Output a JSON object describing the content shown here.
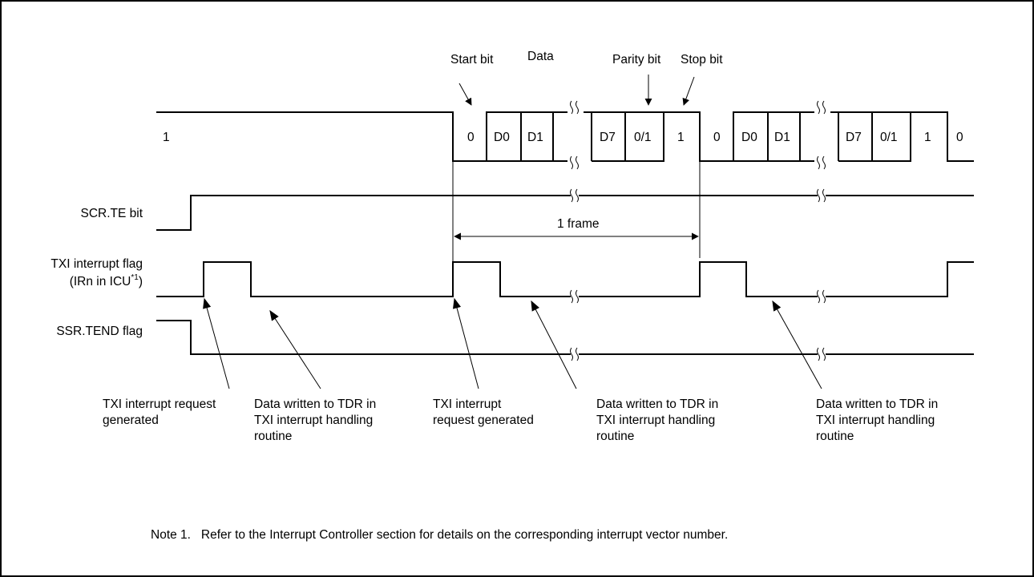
{
  "labels": {
    "start_bit": "Start bit",
    "data": "Data",
    "parity_bit": "Parity bit",
    "stop_bit": "Stop bit",
    "frame": "1 frame"
  },
  "signals": {
    "scr_te": "SCR.TE bit",
    "txi_flag_line1": "TXI interrupt flag",
    "txi_flag_line2_pre": "(IRn in ICU",
    "txi_flag_sup": "*1",
    "txi_flag_line2_post": ")",
    "ssr_tend": "SSR.TEND flag"
  },
  "data_line": {
    "idle_value": "1",
    "frame1_bits": [
      "0",
      "D0",
      "D1",
      "D7",
      "0/1",
      "1"
    ],
    "frame2_bits": [
      "0",
      "D0",
      "D1",
      "D7",
      "0/1",
      "1"
    ],
    "next_start": "0"
  },
  "annotations": {
    "req1": [
      "TXI interrupt request",
      "generated"
    ],
    "write1": [
      "Data written to TDR in",
      "TXI interrupt handling",
      "routine"
    ],
    "req2": [
      "TXI interrupt",
      "request generated"
    ],
    "write2": [
      "Data written to TDR in",
      "TXI interrupt handling",
      "routine"
    ],
    "write3": [
      "Data written to TDR in",
      "TXI interrupt handling",
      "routine"
    ]
  },
  "note": "Note 1.   Refer to the Interrupt Controller section for details on the corresponding interrupt vector number."
}
